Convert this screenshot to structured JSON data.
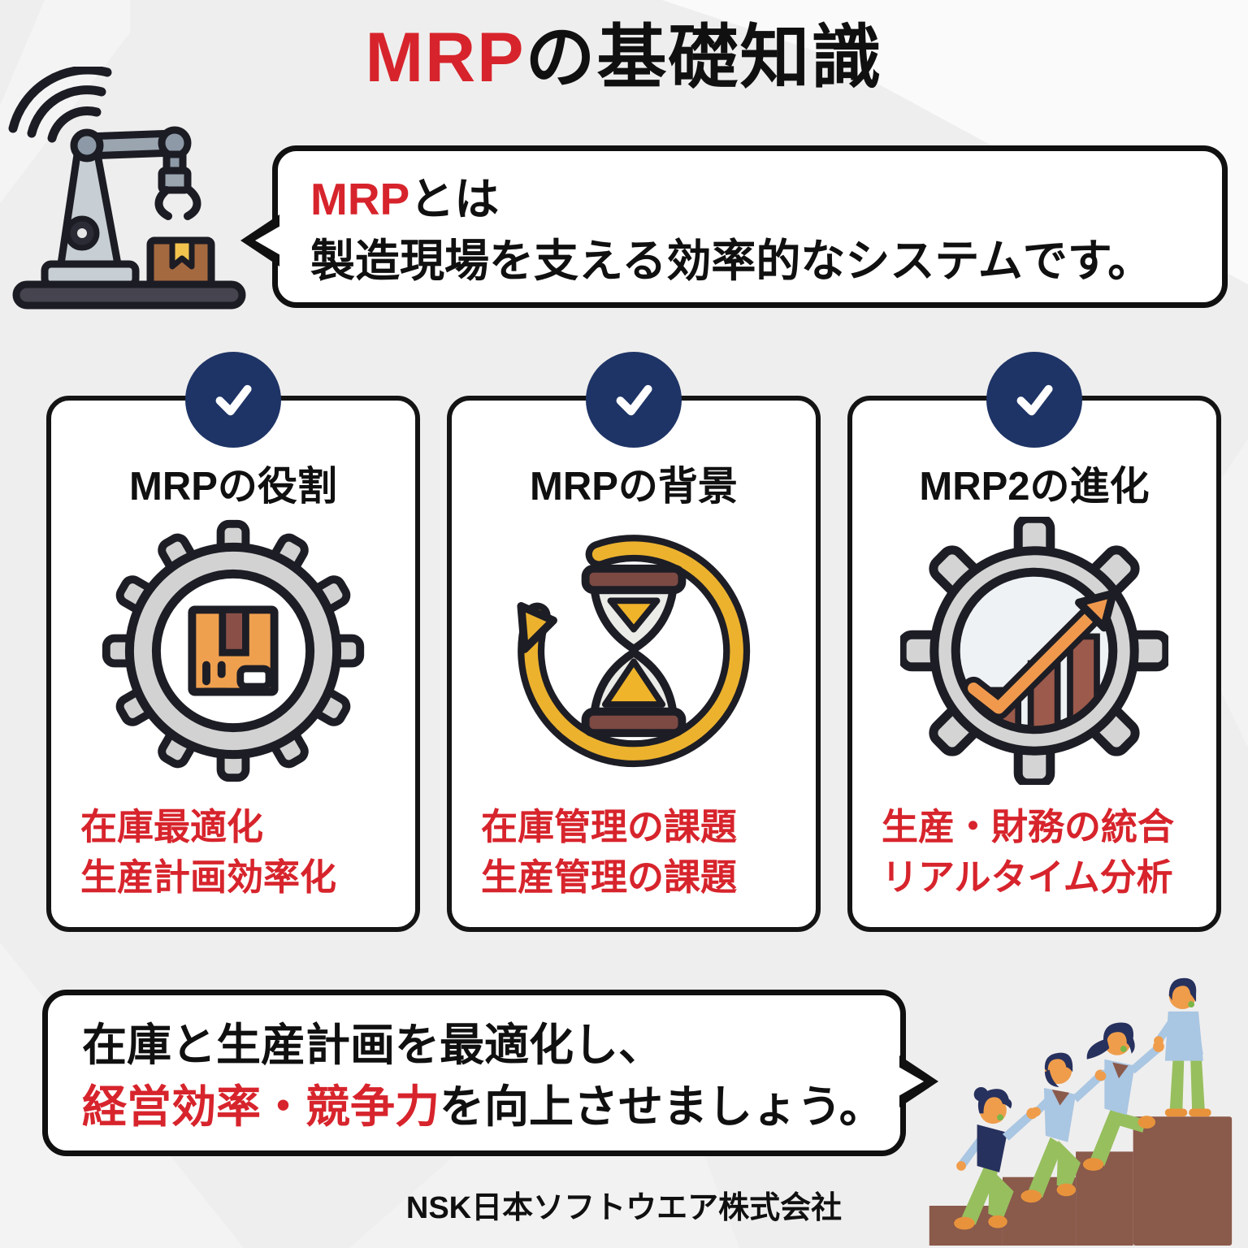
{
  "title": {
    "highlight": "MRP",
    "rest": "の基礎知識"
  },
  "intro_bubble": {
    "line1_highlight": "MRP",
    "line1_rest": "とは",
    "line2": "製造現場を支える効率的なシステムです。"
  },
  "cards": [
    {
      "title": "MRPの役割",
      "icon": "gear-package-icon",
      "badge_icon": "check-icon",
      "lines": [
        "在庫最適化",
        "生産計画効率化"
      ]
    },
    {
      "title": "MRPの背景",
      "icon": "hourglass-cycle-icon",
      "badge_icon": "check-icon",
      "lines": [
        "在庫管理の課題",
        "生産管理の課題"
      ]
    },
    {
      "title": "MRP2の進化",
      "icon": "gear-growth-chart-icon",
      "badge_icon": "check-icon",
      "lines": [
        "生産・財務の統合",
        "リアルタイム分析"
      ]
    }
  ],
  "outro_bubble": {
    "line1": "在庫と生産計画を最適化し、",
    "line2_highlight": "経営効率・競争力",
    "line2_rest": "を向上させましょう。"
  },
  "footer": {
    "company": "NSK日本ソフトウエア株式会社"
  },
  "illustrations": {
    "hero": "robot-arm-wifi-icon",
    "outro": "people-climbing-stairs-illustration"
  },
  "colors": {
    "accent_red": "#d7242c",
    "check_navy": "#1e3466",
    "outline_black": "#101010",
    "background": "#efeeee",
    "gear_gray": "#d2d2d2",
    "box_orange": "#efa04f",
    "arrow_yellow": "#ecb22e",
    "bar_brown": "#9b5a4b",
    "stairs_brown": "#8a5a4b",
    "shirt_blue": "#a9c6e2",
    "pants_green": "#97bf5e",
    "skin_orange": "#ef9d4b"
  }
}
